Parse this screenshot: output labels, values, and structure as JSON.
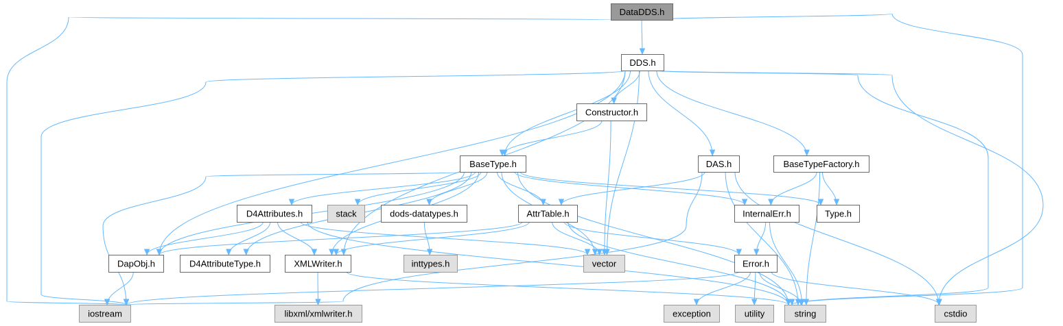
{
  "diagram": {
    "nodes": [
      {
        "id": "DataDDS",
        "label": "DataDDS.h",
        "kind": "current"
      },
      {
        "id": "DDS",
        "label": "DDS.h",
        "kind": "header"
      },
      {
        "id": "Constructor",
        "label": "Constructor.h",
        "kind": "header"
      },
      {
        "id": "BaseType",
        "label": "BaseType.h",
        "kind": "header"
      },
      {
        "id": "DAS",
        "label": "DAS.h",
        "kind": "header"
      },
      {
        "id": "BaseTypeFactory",
        "label": "BaseTypeFactory.h",
        "kind": "header"
      },
      {
        "id": "D4Attributes",
        "label": "D4Attributes.h",
        "kind": "header"
      },
      {
        "id": "stack",
        "label": "stack",
        "kind": "system"
      },
      {
        "id": "dods_datatypes",
        "label": "dods-datatypes.h",
        "kind": "header"
      },
      {
        "id": "AttrTable",
        "label": "AttrTable.h",
        "kind": "header"
      },
      {
        "id": "InternalErr",
        "label": "InternalErr.h",
        "kind": "header"
      },
      {
        "id": "Type",
        "label": "Type.h",
        "kind": "header"
      },
      {
        "id": "DapObj",
        "label": "DapObj.h",
        "kind": "header"
      },
      {
        "id": "D4AttributeType",
        "label": "D4AttributeType.h",
        "kind": "header"
      },
      {
        "id": "XMLWriter",
        "label": "XMLWriter.h",
        "kind": "header"
      },
      {
        "id": "inttypes",
        "label": "inttypes.h",
        "kind": "system"
      },
      {
        "id": "vector",
        "label": "vector",
        "kind": "system"
      },
      {
        "id": "Error",
        "label": "Error.h",
        "kind": "header"
      },
      {
        "id": "iostream",
        "label": "iostream",
        "kind": "system"
      },
      {
        "id": "libxml",
        "label": "libxml/xmlwriter.h",
        "kind": "system"
      },
      {
        "id": "exception",
        "label": "exception",
        "kind": "system"
      },
      {
        "id": "utility",
        "label": "utility",
        "kind": "system"
      },
      {
        "id": "string",
        "label": "string",
        "kind": "system"
      },
      {
        "id": "cstdio",
        "label": "cstdio",
        "kind": "system"
      }
    ],
    "edges": [
      [
        "DataDDS",
        "DDS"
      ],
      [
        "DataDDS",
        "iostream"
      ],
      [
        "DataDDS",
        "string"
      ],
      [
        "DDS",
        "Constructor"
      ],
      [
        "DDS",
        "BaseType"
      ],
      [
        "DDS",
        "DAS"
      ],
      [
        "DDS",
        "BaseTypeFactory"
      ],
      [
        "DDS",
        "DapObj"
      ],
      [
        "DDS",
        "XMLWriter"
      ],
      [
        "DDS",
        "vector"
      ],
      [
        "DDS",
        "iostream"
      ],
      [
        "DDS",
        "string"
      ],
      [
        "DDS",
        "cstdio"
      ],
      [
        "Constructor",
        "BaseType"
      ],
      [
        "Constructor",
        "vector"
      ],
      [
        "BaseType",
        "D4Attributes"
      ],
      [
        "BaseType",
        "stack"
      ],
      [
        "BaseType",
        "dods_datatypes"
      ],
      [
        "BaseType",
        "AttrTable"
      ],
      [
        "BaseType",
        "InternalErr"
      ],
      [
        "BaseType",
        "Type"
      ],
      [
        "BaseType",
        "DapObj"
      ],
      [
        "BaseType",
        "D4AttributeType"
      ],
      [
        "BaseType",
        "XMLWriter"
      ],
      [
        "BaseType",
        "vector"
      ],
      [
        "BaseType",
        "iostream"
      ],
      [
        "BaseType",
        "string"
      ],
      [
        "DAS",
        "AttrTable"
      ],
      [
        "DAS",
        "iostream"
      ],
      [
        "DAS",
        "string"
      ],
      [
        "DAS",
        "cstdio"
      ],
      [
        "BaseTypeFactory",
        "InternalErr"
      ],
      [
        "BaseTypeFactory",
        "Type"
      ],
      [
        "BaseTypeFactory",
        "string"
      ],
      [
        "D4Attributes",
        "DapObj"
      ],
      [
        "D4Attributes",
        "D4AttributeType"
      ],
      [
        "D4Attributes",
        "XMLWriter"
      ],
      [
        "D4Attributes",
        "vector"
      ],
      [
        "D4Attributes",
        "string"
      ],
      [
        "dods_datatypes",
        "inttypes"
      ],
      [
        "AttrTable",
        "DapObj"
      ],
      [
        "AttrTable",
        "XMLWriter"
      ],
      [
        "AttrTable",
        "vector"
      ],
      [
        "AttrTable",
        "Error"
      ],
      [
        "AttrTable",
        "string"
      ],
      [
        "InternalErr",
        "Error"
      ],
      [
        "InternalErr",
        "string"
      ],
      [
        "DapObj",
        "iostream"
      ],
      [
        "XMLWriter",
        "libxml"
      ],
      [
        "XMLWriter",
        "string"
      ],
      [
        "Error",
        "iostream"
      ],
      [
        "Error",
        "exception"
      ],
      [
        "Error",
        "utility"
      ],
      [
        "Error",
        "string"
      ],
      [
        "Error",
        "cstdio"
      ]
    ]
  }
}
